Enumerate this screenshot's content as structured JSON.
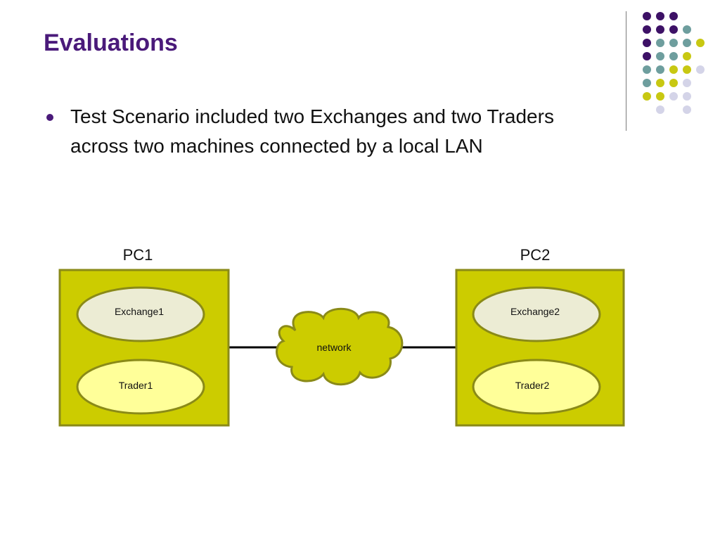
{
  "slide": {
    "title": "Evaluations",
    "bullets": [
      "Test Scenario included two Exchanges and two Traders across two machines connected by a local LAN"
    ]
  },
  "diagram": {
    "pc1": {
      "label": "PC1",
      "exchange": "Exchange1",
      "trader": "Trader1"
    },
    "pc2": {
      "label": "PC2",
      "exchange": "Exchange2",
      "trader": "Trader2"
    },
    "network": "network"
  },
  "colors": {
    "title": "#4a1a7a",
    "box_fill": "#cccc00",
    "box_stroke": "#8a8a18",
    "exchange_fill": "#ececd4",
    "trader_fill": "#ffff99",
    "cloud_fill": "#cccc00",
    "dot_purple": "#3d1166",
    "dot_teal": "#6e9e9e",
    "dot_yellow": "#c8c812",
    "dot_lavender": "#d4d4e8"
  }
}
